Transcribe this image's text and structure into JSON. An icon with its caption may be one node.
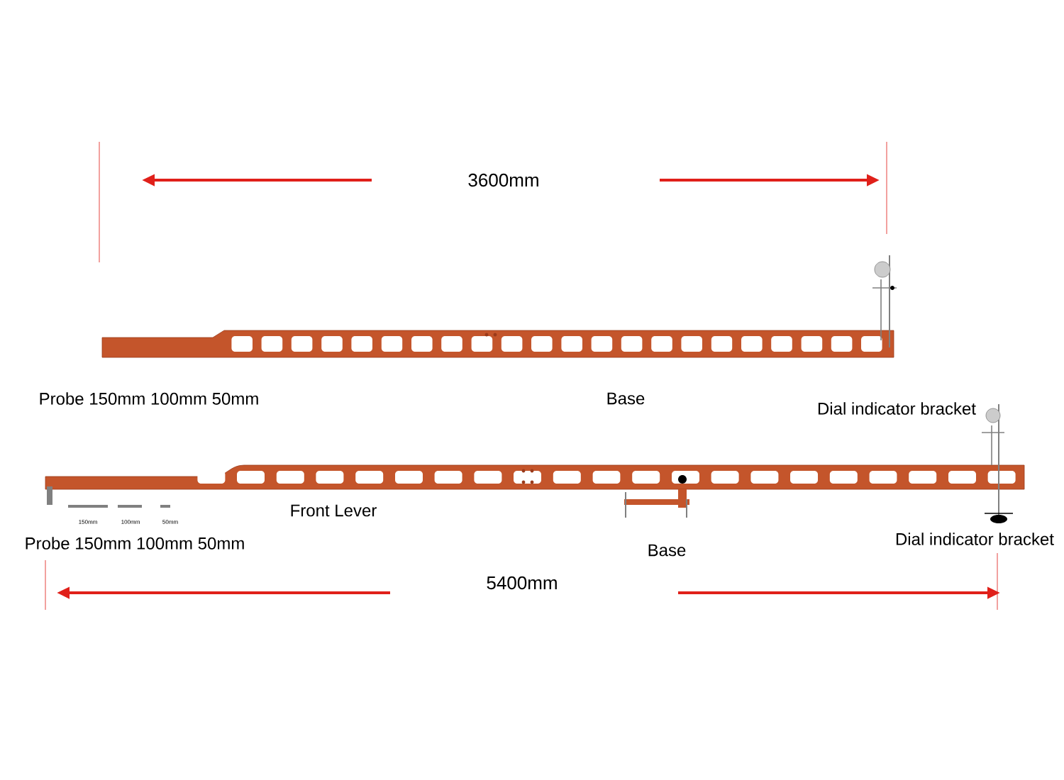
{
  "diagram": {
    "labels": [
      "3600mm",
      "Probe 150mm 100mm 50mm",
      "Base",
      "Dial indicator bracket",
      "150mm",
      "100mm",
      "50mm",
      "Front Lever",
      "Probe  150mm 100mm 50mm",
      "Base",
      "Dial indicator bracket",
      "5400mm"
    ]
  }
}
